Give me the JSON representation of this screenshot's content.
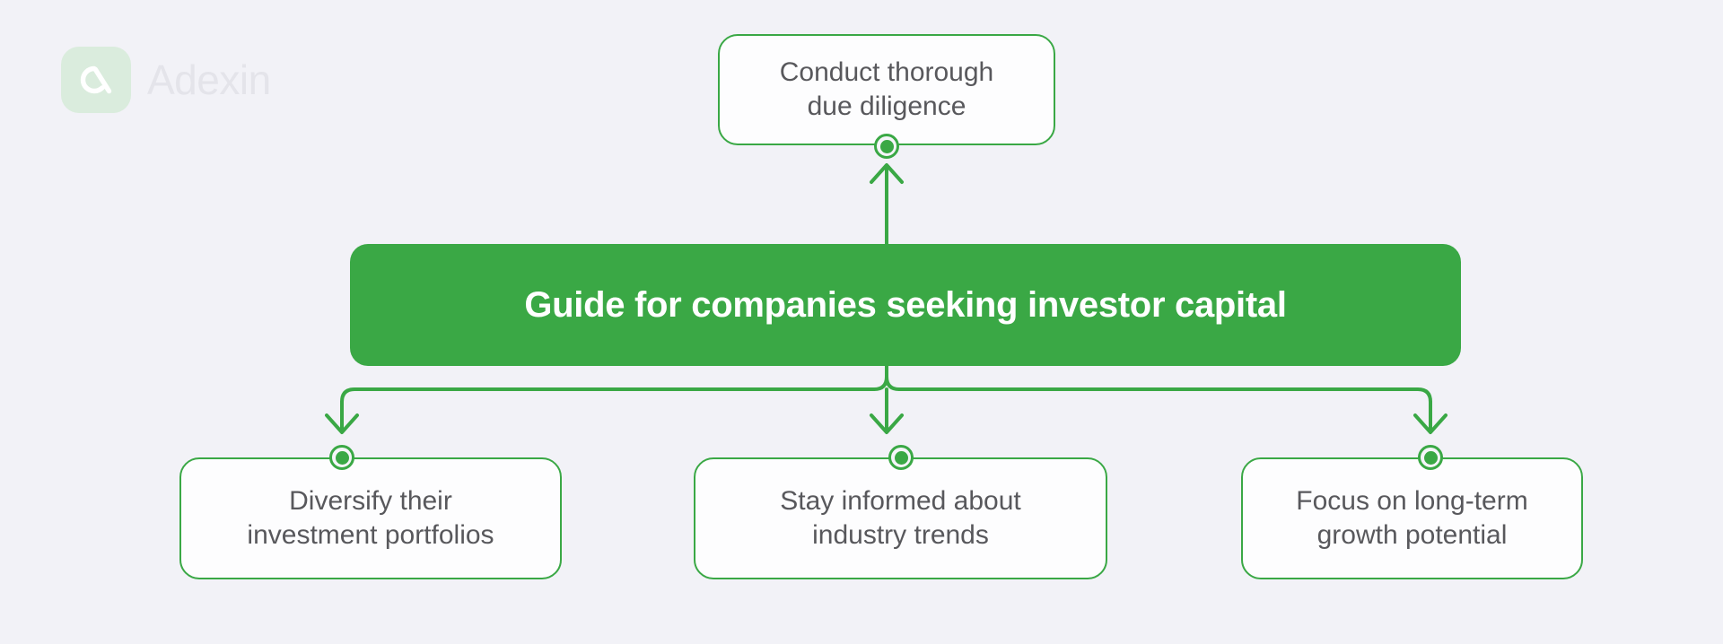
{
  "brand": {
    "name": "Adexin",
    "logo_icon": "adexin-a-logo-icon",
    "logo_bg_color": "#daecdd",
    "wordmark_color": "#e4e4ea"
  },
  "theme": {
    "background": "#f2f2f7",
    "accent_green": "#3aa845",
    "node_fill": "#fdfdfe",
    "node_text": "#58585c",
    "banner_text": "#ffffff"
  },
  "diagram": {
    "type": "hierarchy",
    "root": {
      "label": "Guide for companies seeking investor capital"
    },
    "nodes": [
      {
        "id": "top",
        "label": "Conduct thorough\ndue diligence",
        "position": "above-root"
      },
      {
        "id": "left",
        "label": "Diversify their\ninvestment portfolios",
        "position": "below-root"
      },
      {
        "id": "center",
        "label": "Stay informed about\nindustry trends",
        "position": "below-root"
      },
      {
        "id": "right",
        "label": "Focus on long-term\ngrowth potential",
        "position": "below-root"
      }
    ],
    "connectors": [
      {
        "from": "root",
        "to": "top",
        "direction": "up",
        "arrow": true
      },
      {
        "from": "root",
        "to": "left",
        "direction": "down",
        "arrow": true
      },
      {
        "from": "root",
        "to": "center",
        "direction": "down",
        "arrow": true
      },
      {
        "from": "root",
        "to": "right",
        "direction": "down",
        "arrow": true
      }
    ]
  }
}
